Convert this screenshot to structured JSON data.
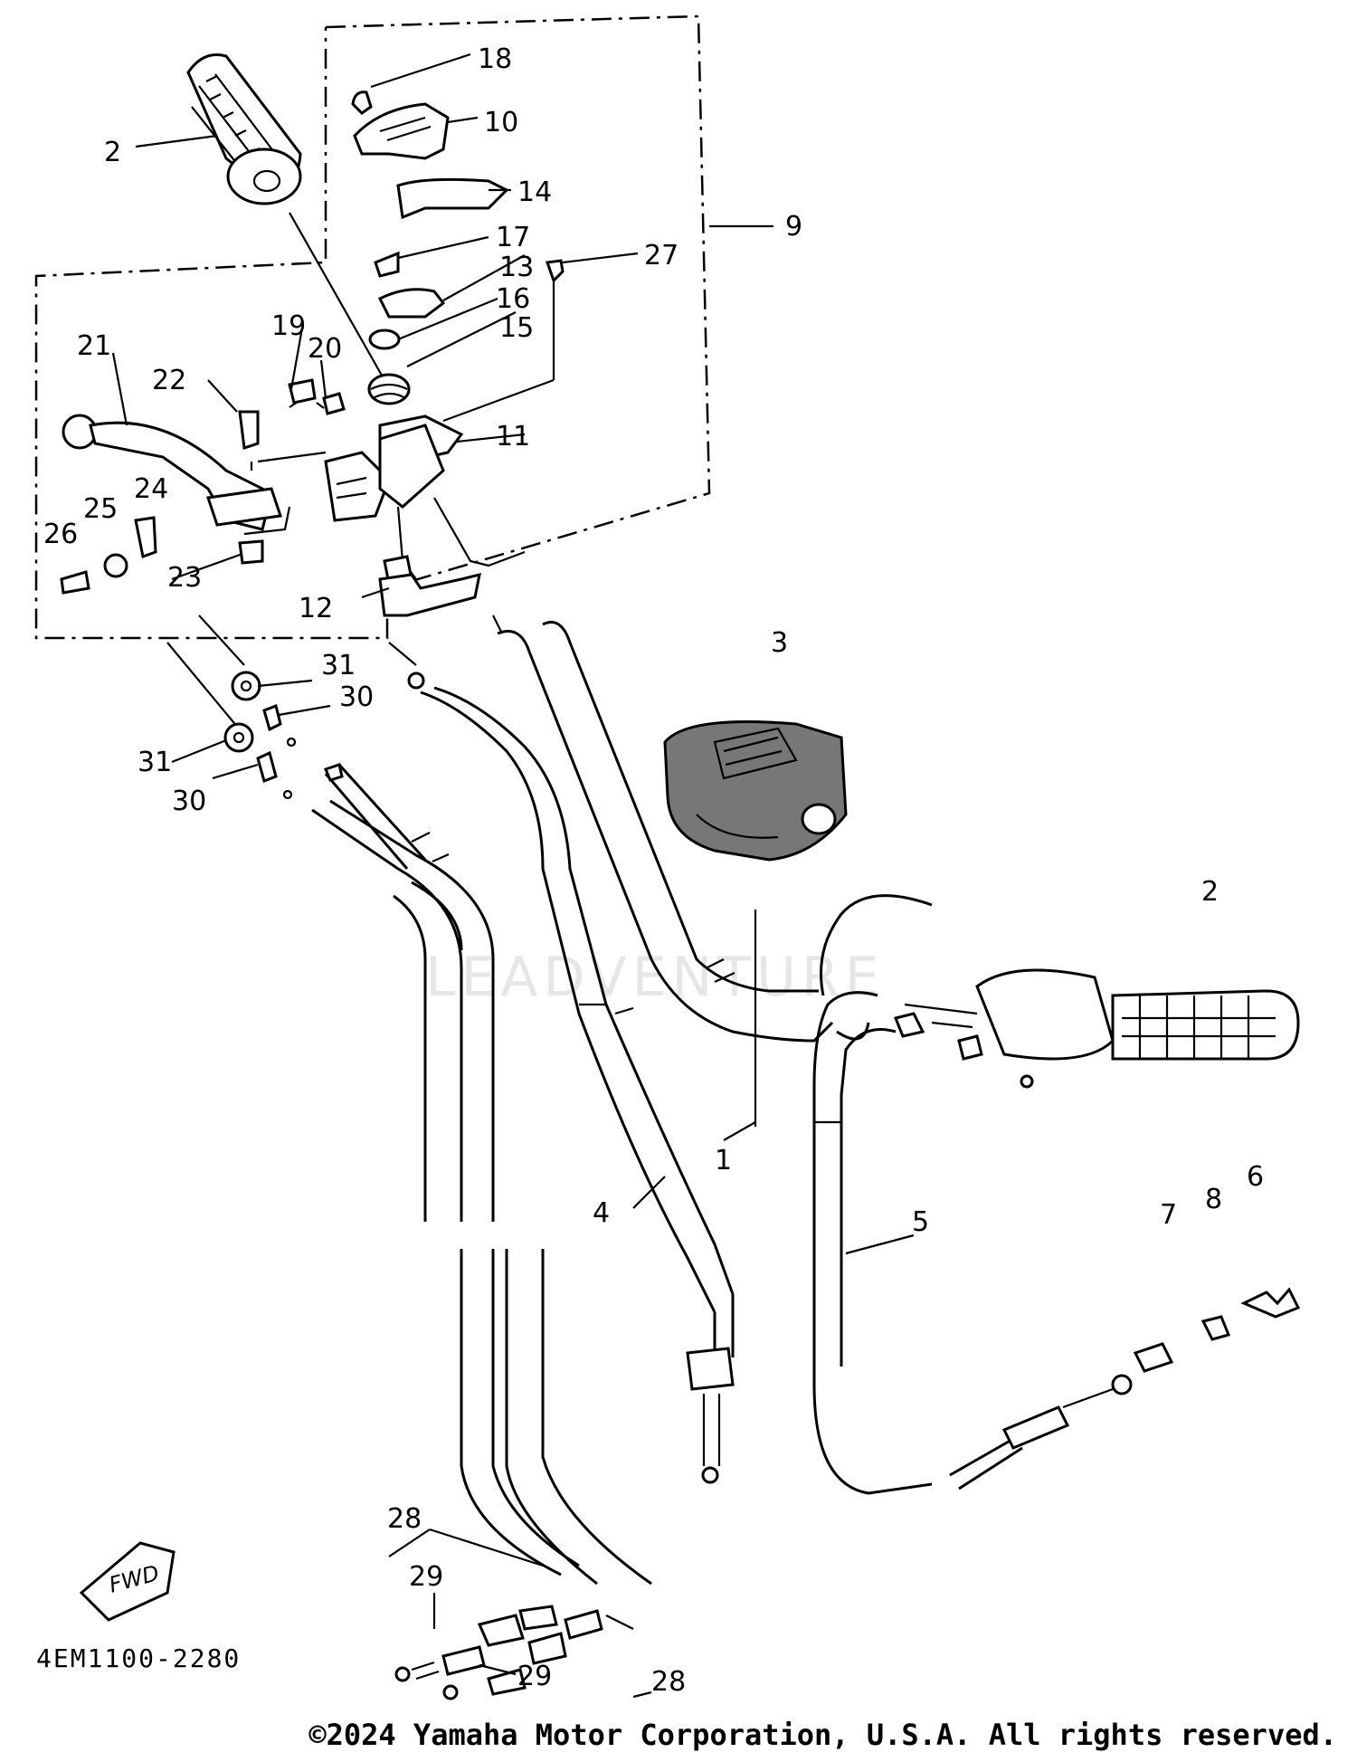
{
  "diagram": {
    "code": "4EM1100-2280",
    "fwd_label": "FWD",
    "watermark": "LEADVENTURE",
    "copyright": "©2024 Yamaha Motor Corporation, U.S.A. All rights reserved.",
    "labels": {
      "l1": "1",
      "l2a": "2",
      "l2b": "2",
      "l3": "3",
      "l4": "4",
      "l5": "5",
      "l6": "6",
      "l7": "7",
      "l8": "8",
      "l9": "9",
      "l10": "10",
      "l11": "11",
      "l12": "12",
      "l13": "13",
      "l14": "14",
      "l15": "15",
      "l16": "16",
      "l17": "17",
      "l18": "18",
      "l19": "19",
      "l20": "20",
      "l21": "21",
      "l22": "22",
      "l23": "23",
      "l24": "24",
      "l25": "25",
      "l26": "26",
      "l27": "27",
      "l28a": "28",
      "l28b": "28",
      "l29a": "29",
      "l29b": "29",
      "l30a": "30",
      "l30b": "30",
      "l31a": "31",
      "l31b": "31"
    }
  }
}
